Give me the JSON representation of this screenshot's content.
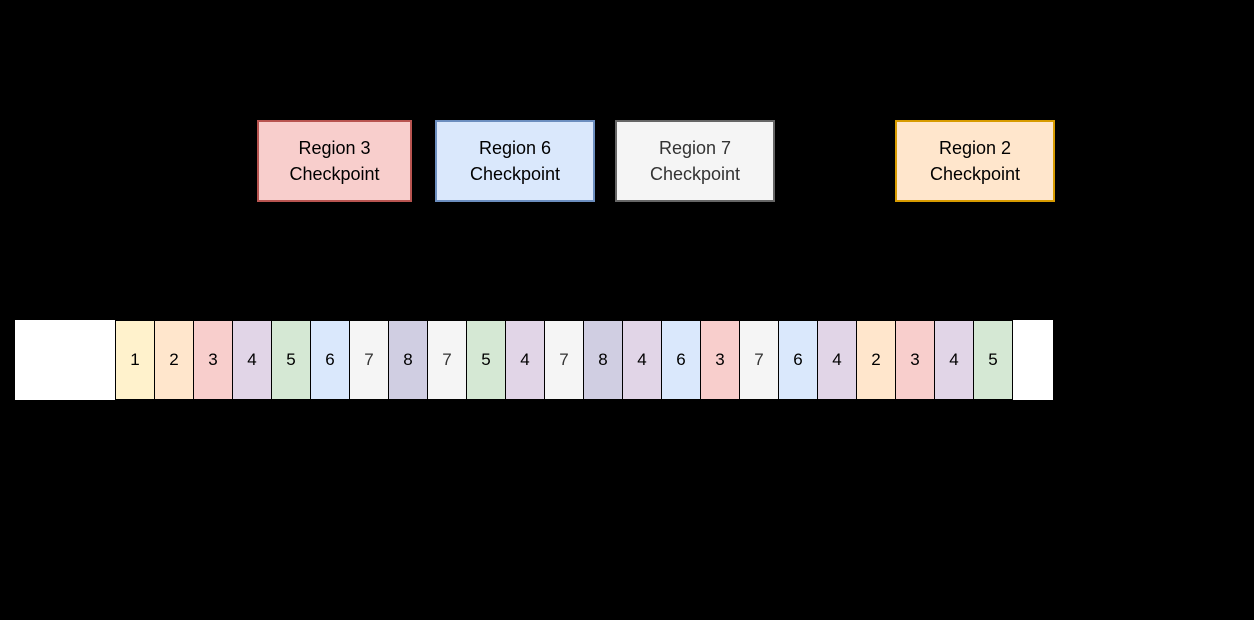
{
  "diagram": {
    "background": "#000000",
    "checkpoints": [
      {
        "line1": "Region 3",
        "line2": "Checkpoint",
        "fill": "#F8CECC",
        "stroke": "#B85450",
        "text_color": "#000000"
      },
      {
        "line1": "Region 6",
        "line2": "Checkpoint",
        "fill": "#DAE8FC",
        "stroke": "#6C8EBF",
        "text_color": "#000000"
      },
      {
        "line1": "Region 7",
        "line2": "Checkpoint",
        "fill": "#F5F5F5",
        "stroke": "#666666",
        "text_color": "#333333"
      },
      {
        "line1": "Region 2",
        "line2": "Checkpoint",
        "fill": "#FFE6CC",
        "stroke": "#D79B00",
        "text_color": "#000000"
      }
    ],
    "log_strip": {
      "cell_border": "#000000",
      "cells": [
        {
          "value": "1",
          "fill": "#FFF2CC",
          "text": "#000000"
        },
        {
          "value": "2",
          "fill": "#FFE6CC",
          "text": "#000000"
        },
        {
          "value": "3",
          "fill": "#F8CECC",
          "text": "#000000"
        },
        {
          "value": "4",
          "fill": "#E1D5E7",
          "text": "#000000"
        },
        {
          "value": "5",
          "fill": "#D5E8D4",
          "text": "#000000"
        },
        {
          "value": "6",
          "fill": "#DAE8FC",
          "text": "#000000"
        },
        {
          "value": "7",
          "fill": "#F5F5F5",
          "text": "#333333"
        },
        {
          "value": "8",
          "fill": "#D0CEE2",
          "text": "#000000"
        },
        {
          "value": "7",
          "fill": "#F5F5F5",
          "text": "#333333"
        },
        {
          "value": "5",
          "fill": "#D5E8D4",
          "text": "#000000"
        },
        {
          "value": "4",
          "fill": "#E1D5E7",
          "text": "#000000"
        },
        {
          "value": "7",
          "fill": "#F5F5F5",
          "text": "#333333"
        },
        {
          "value": "8",
          "fill": "#D0CEE2",
          "text": "#000000"
        },
        {
          "value": "4",
          "fill": "#E1D5E7",
          "text": "#000000"
        },
        {
          "value": "6",
          "fill": "#DAE8FC",
          "text": "#000000"
        },
        {
          "value": "3",
          "fill": "#F8CECC",
          "text": "#000000"
        },
        {
          "value": "7",
          "fill": "#F5F5F5",
          "text": "#333333"
        },
        {
          "value": "6",
          "fill": "#DAE8FC",
          "text": "#000000"
        },
        {
          "value": "4",
          "fill": "#E1D5E7",
          "text": "#000000"
        },
        {
          "value": "2",
          "fill": "#FFE6CC",
          "text": "#000000"
        },
        {
          "value": "3",
          "fill": "#F8CECC",
          "text": "#000000"
        },
        {
          "value": "4",
          "fill": "#E1D5E7",
          "text": "#000000"
        },
        {
          "value": "5",
          "fill": "#D5E8D4",
          "text": "#000000"
        }
      ]
    }
  }
}
